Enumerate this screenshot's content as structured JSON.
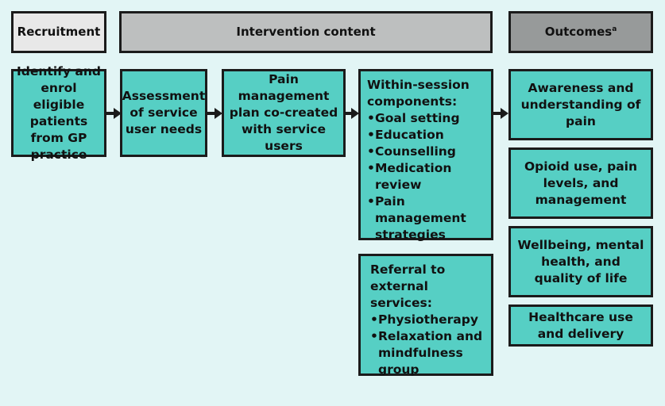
{
  "headers": {
    "recruitment": "Recruitment",
    "intervention": "Intervention content",
    "outcomes": "Outcomes",
    "outcomes_sup": "a"
  },
  "boxes": {
    "recruit": "Identify and enrol eligible patients from GP practice",
    "assessment": "Assessment of service user needs",
    "plan": "Pain management plan co-created with service users",
    "within_title": "Within-session components:",
    "within_items": [
      "Goal setting",
      "Education",
      "Counselling",
      "Medication review",
      "Pain management strategies"
    ],
    "referral_title": "Referral to external services:",
    "referral_items": [
      "Physiotherapy",
      "Relaxation and mindfulness group"
    ]
  },
  "outcomes": [
    "Awareness and understanding of pain",
    "Opioid use, pain levels, and management",
    "Wellbeing, mental health, and quality of life",
    "Healthcare use and delivery"
  ],
  "colors": {
    "background": "#e2f5f5",
    "box_teal": "#56cfc4",
    "header_recruitment": "#e8e8e8",
    "header_intervention": "#bdbfbf",
    "header_outcomes": "#979a9a",
    "border": "#1b1b1b"
  }
}
